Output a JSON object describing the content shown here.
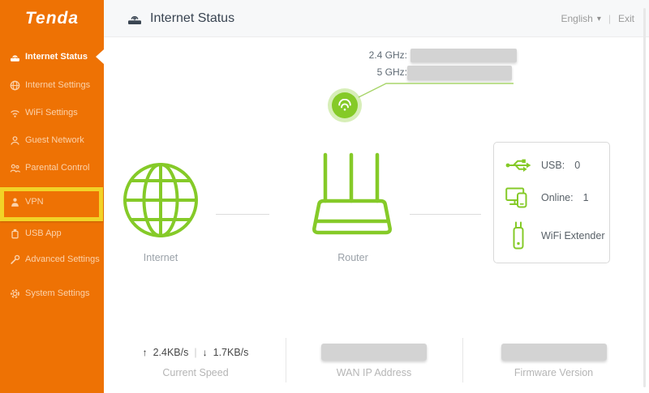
{
  "brand": {
    "logo": "Tenda"
  },
  "sidebar": {
    "items": [
      {
        "label": "Internet Status",
        "active": true
      },
      {
        "label": "Internet Settings"
      },
      {
        "label": "WiFi Settings"
      },
      {
        "label": "Guest Network"
      },
      {
        "label": "Parental Control"
      },
      {
        "label": "VPN",
        "highlighted": true
      },
      {
        "label": "USB App"
      },
      {
        "label": "Advanced Settings"
      },
      {
        "label": "System Settings"
      }
    ]
  },
  "header": {
    "title": "Internet Status",
    "language": "English",
    "separator": "|",
    "exit": "Exit"
  },
  "icons": {
    "caret_down": "▾",
    "up_arrow": "↑",
    "down_arrow": "↓"
  },
  "status": {
    "band_2g_label": "2.4 GHz:",
    "band_5g_label": "5 GHz:",
    "internet_label": "Internet",
    "router_label": "Router",
    "panel": {
      "usb_label": "USB:",
      "usb_value": "0",
      "online_label": "Online:",
      "online_value": "1",
      "extender_label": "WiFi Extender"
    }
  },
  "footer": {
    "upload_speed": "2.4KB/s",
    "download_speed": "1.7KB/s",
    "separator": "|",
    "speed_label": "Current Speed",
    "wan_label": "WAN IP Address",
    "firmware_label": "Firmware Version"
  },
  "colors": {
    "sidebar_orange": "#ee7204",
    "accent_green": "#85ca28",
    "highlight_yellow": "#f2d327",
    "redaction_gray": "#d3d3d3",
    "header_text": "#3a4552"
  }
}
